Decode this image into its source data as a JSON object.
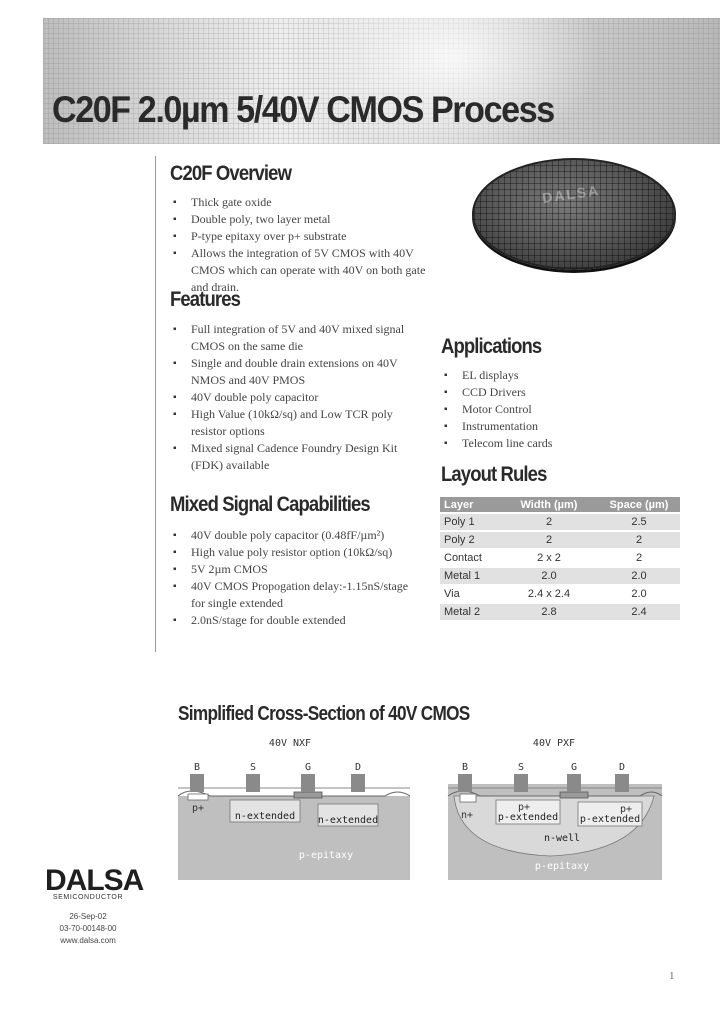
{
  "title": "C20F 2.0µm 5/40V CMOS Process",
  "overview": {
    "heading": "C20F Overview",
    "items": [
      "Thick gate oxide",
      "Double poly, two layer metal",
      "P-type epitaxy over p+ substrate",
      "Allows the integration of 5V CMOS with 40V CMOS which can operate with 40V on both gate and drain."
    ]
  },
  "features": {
    "heading": "Features",
    "items": [
      "Full integration of 5V and 40V mixed signal CMOS on the same die",
      "Single and double drain extensions on 40V NMOS and 40V PMOS",
      "40V double poly capacitor",
      "High Value (10kΩ/sq) and Low TCR poly resistor options",
      "Mixed signal Cadence Foundry Design Kit (FDK) available"
    ]
  },
  "mixed_signal": {
    "heading": "Mixed Signal Capabilities",
    "items": [
      "40V double poly capacitor (0.48fF/µm²)",
      "High value poly resistor option (10kΩ/sq)",
      "5V 2µm CMOS",
      "40V CMOS Propogation delay:-1.15nS/stage for single extended",
      "2.0nS/stage for double extended"
    ]
  },
  "applications": {
    "heading": "Applications",
    "items": [
      "EL displays",
      "CCD Drivers",
      "Motor Control",
      "Instrumentation",
      "Telecom line cards"
    ]
  },
  "layout_rules": {
    "heading": "Layout Rules",
    "columns": [
      "Layer",
      "Width (µm)",
      "Space (µm)"
    ],
    "rows": [
      [
        "Poly 1",
        "2",
        "2.5"
      ],
      [
        "Poly 2",
        "2",
        "2"
      ],
      [
        "Contact",
        "2 x 2",
        "2"
      ],
      [
        "Metal 1",
        "2.0",
        "2.0"
      ],
      [
        "Via",
        "2.4 x 2.4",
        "2.0"
      ],
      [
        "Metal 2",
        "2.8",
        "2.4"
      ]
    ]
  },
  "cross_section": {
    "heading": "Simplified Cross-Section of 40V CMOS",
    "nmos": {
      "label": "40V NXF",
      "terminals": [
        "B",
        "S",
        "G",
        "D"
      ],
      "regions": [
        "p+",
        "n-extended",
        "n-extended",
        "p-epitaxy"
      ]
    },
    "pmos": {
      "label": "40V PXF",
      "terminals": [
        "B",
        "S",
        "G",
        "D"
      ],
      "regions": [
        "n+",
        "p+",
        "p+",
        "p-extended",
        "p-extended",
        "n-well",
        "p-epitaxy"
      ]
    }
  },
  "wafer_logo": "DALSA",
  "company": {
    "logo_text": "DALSA",
    "logo_sub": "SEMICONDUCTOR",
    "date": "26-Sep-02",
    "doc_number": "03-70-00148-00",
    "website": "www.dalsa.com"
  },
  "page_number": "1",
  "colors": {
    "header_band": "#9a9a9a",
    "row_shade": "#e1e1e1",
    "section_gray": "#bfbfbf",
    "nwell_gray": "#d9d9d9",
    "text": "#333333"
  }
}
